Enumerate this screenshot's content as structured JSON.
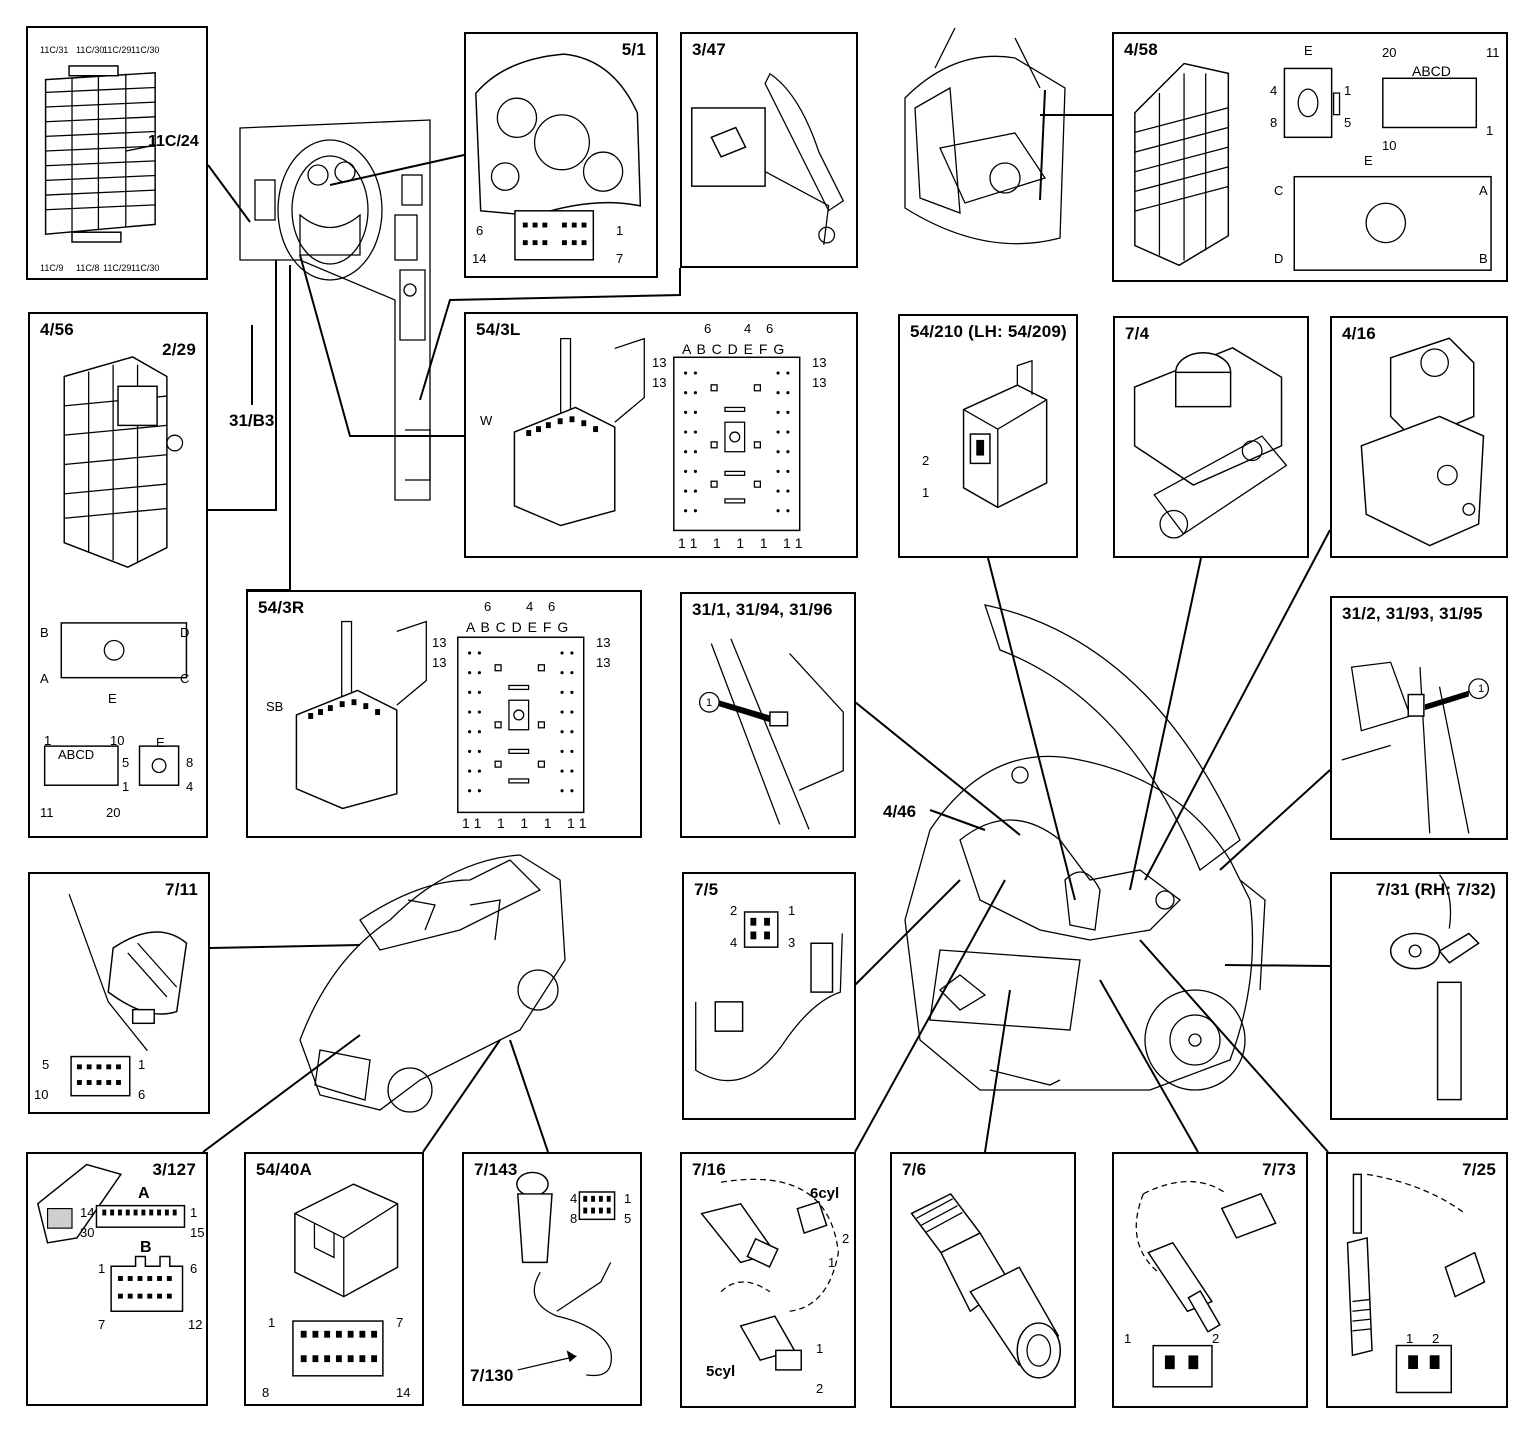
{
  "free_labels": {
    "l_31b3": "31/B3",
    "l_446": "4/46"
  },
  "p11c": {
    "title": "11C/24",
    "top": [
      "11C/31",
      "11C/30",
      "11C/29",
      "11C/30"
    ],
    "bottom": [
      "11C/9",
      "11C/8",
      "11C/29",
      "11C/30"
    ]
  },
  "p51": {
    "title": "5/1",
    "pins": {
      "a": "6",
      "b": "1",
      "c": "14",
      "d": "7"
    }
  },
  "p347": {
    "title": "3/47"
  },
  "p458": {
    "title": "4/58",
    "p": {
      "e1": "E",
      "n4": "4",
      "n1": "1",
      "n8": "8",
      "n5": "5",
      "n20": "20",
      "abcd": "ABCD",
      "n11": "11",
      "n10": "10",
      "n1b": "1",
      "e2": "E",
      "c": "C",
      "a": "A",
      "d": "D",
      "b": "B"
    }
  },
  "p456": {
    "title": "4/56",
    "sub": "2/29",
    "p": {
      "b": "B",
      "d": "D",
      "a": "A",
      "c": "C",
      "e": "E",
      "n1": "1",
      "abcd": "ABCD",
      "n10": "10",
      "e2": "E",
      "n5": "5",
      "n8": "8",
      "n1b": "1",
      "n4": "4",
      "n11": "11",
      "n20": "20"
    }
  },
  "p543l": {
    "title": "54/3L",
    "w": "W",
    "cols": "A B C D E F G",
    "p": {
      "n6a": "6",
      "n4": "4",
      "n6b": "6",
      "n13a": "13",
      "n13b": "13",
      "n13c": "13",
      "n13d": "13",
      "ones": "1 1    1    1    1    1 1"
    }
  },
  "p54210": {
    "title": "54/210 (LH: 54/209)",
    "n2": "2",
    "n1": "1"
  },
  "p74": {
    "title": "7/4"
  },
  "p416": {
    "title": "4/16"
  },
  "p543r": {
    "title": "54/3R",
    "sb": "SB",
    "cols": "A B C D E F G",
    "p": {
      "n6a": "6",
      "n4": "4",
      "n6b": "6",
      "n13a": "13",
      "n13b": "13",
      "n13c": "13",
      "n13d": "13",
      "ones": "1 1    1    1    1    1 1"
    }
  },
  "p311": {
    "title": "31/1, 31/94, 31/96",
    "mark": "1"
  },
  "p312": {
    "title": "31/2, 31/93, 31/95",
    "mark": "1"
  },
  "p711": {
    "title": "7/11",
    "n5": "5",
    "n1": "1",
    "n10": "10",
    "n6": "6"
  },
  "p75": {
    "title": "7/5",
    "n2": "2",
    "n1": "1",
    "n4": "4",
    "n3": "3"
  },
  "p731": {
    "title": "7/31 (RH: 7/32)"
  },
  "p3127": {
    "title": "3/127",
    "a": "A",
    "b": "B",
    "n14": "14",
    "n1": "1",
    "n30": "30",
    "n15": "15",
    "n1b": "1",
    "n6": "6",
    "n7": "7",
    "n12": "12"
  },
  "p5440": {
    "title": "54/40A",
    "n1": "1",
    "n7": "7",
    "n8": "8",
    "n14": "14"
  },
  "p7143": {
    "title": "7/143",
    "sub": "7/130",
    "n4": "4",
    "n1": "1",
    "n8": "8",
    "n5": "5"
  },
  "p716": {
    "title": "7/16",
    "c6": "6cyl",
    "c5": "5cyl",
    "n2": "2",
    "n1": "1",
    "n1b": "1",
    "n2b": "2"
  },
  "p76": {
    "title": "7/6"
  },
  "p773": {
    "title": "7/73",
    "n1": "1",
    "n2": "2"
  },
  "p725": {
    "title": "7/25",
    "n1": "1",
    "n2": "2"
  }
}
